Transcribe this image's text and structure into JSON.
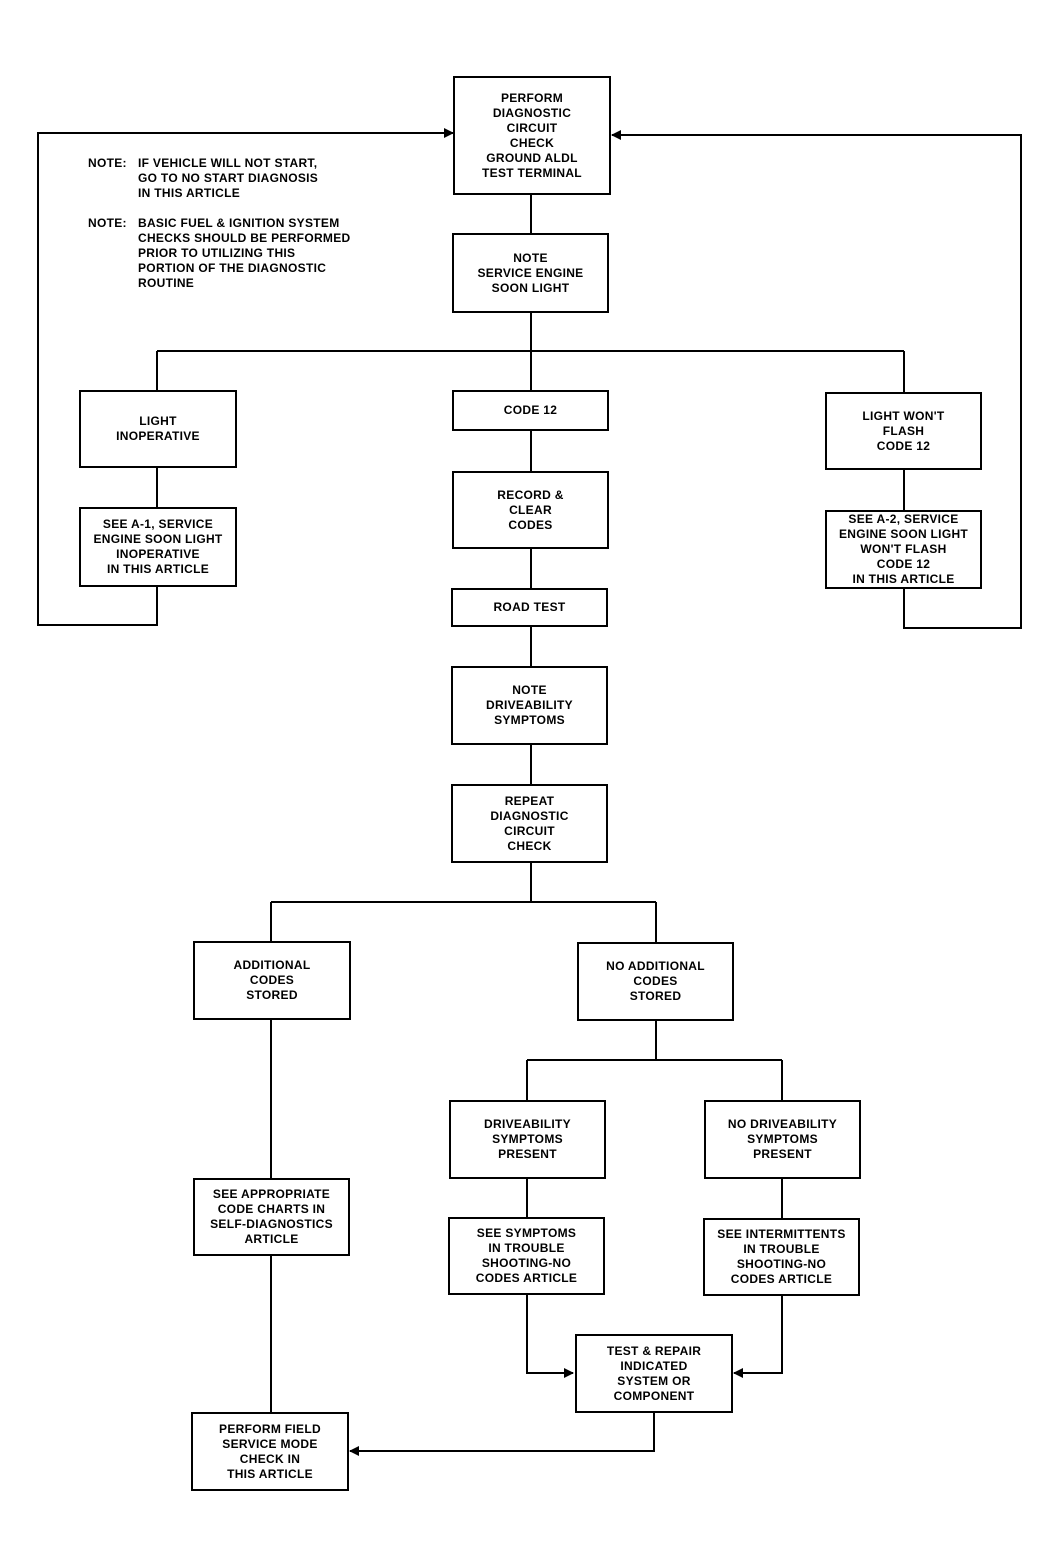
{
  "notes": [
    {
      "label": "NOTE:",
      "text": "IF VEHICLE WILL NOT START,\nGO TO NO START DIAGNOSIS\nIN THIS ARTICLE"
    },
    {
      "label": "NOTE:",
      "text": "BASIC FUEL & IGNITION SYSTEM\nCHECKS SHOULD BE PERFORMED\nPRIOR TO UTILIZING THIS\nPORTION OF THE DIAGNOSTIC\nROUTINE"
    }
  ],
  "nodes": {
    "perform_check": "PERFORM\nDIAGNOSTIC\nCIRCUIT\nCHECK\nGROUND ALDL\nTEST TERMINAL",
    "note_ses_light": "NOTE\nSERVICE ENGINE\nSOON LIGHT",
    "light_inoperative": "LIGHT\nINOPERATIVE",
    "code_12": "CODE 12",
    "light_wont_flash": "LIGHT WON'T\nFLASH\nCODE 12",
    "see_a1": "SEE A-1, SERVICE\nENGINE SOON LIGHT\nINOPERATIVE\nIN THIS ARTICLE",
    "record_clear": "RECORD &\nCLEAR\nCODES",
    "see_a2": "SEE A-2, SERVICE\nENGINE SOON LIGHT\nWON'T FLASH\nCODE 12\nIN THIS ARTICLE",
    "road_test": "ROAD TEST",
    "note_driveability": "NOTE\nDRIVEABILITY\nSYMPTOMS",
    "repeat_check": "REPEAT\nDIAGNOSTIC\nCIRCUIT\nCHECK",
    "additional_codes": "ADDITIONAL\nCODES\nSTORED",
    "no_additional_codes": "NO ADDITIONAL\nCODES\nSTORED",
    "driveability_present": "DRIVEABILITY\nSYMPTOMS\nPRESENT",
    "no_driveability": "NO DRIVEABILITY\nSYMPTOMS\nPRESENT",
    "see_code_charts": "SEE APPROPRIATE\nCODE CHARTS IN\nSELF-DIAGNOSTICS\nARTICLE",
    "see_symptoms": "SEE SYMPTOMS\nIN TROUBLE\nSHOOTING-NO\nCODES ARTICLE",
    "see_intermittents": "SEE INTERMITTENTS\nIN TROUBLE\nSHOOTING-NO\nCODES ARTICLE",
    "test_repair": "TEST & REPAIR\nINDICATED\nSYSTEM OR\nCOMPONENT",
    "field_service": "PERFORM FIELD\nSERVICE MODE\nCHECK IN\nTHIS ARTICLE"
  }
}
